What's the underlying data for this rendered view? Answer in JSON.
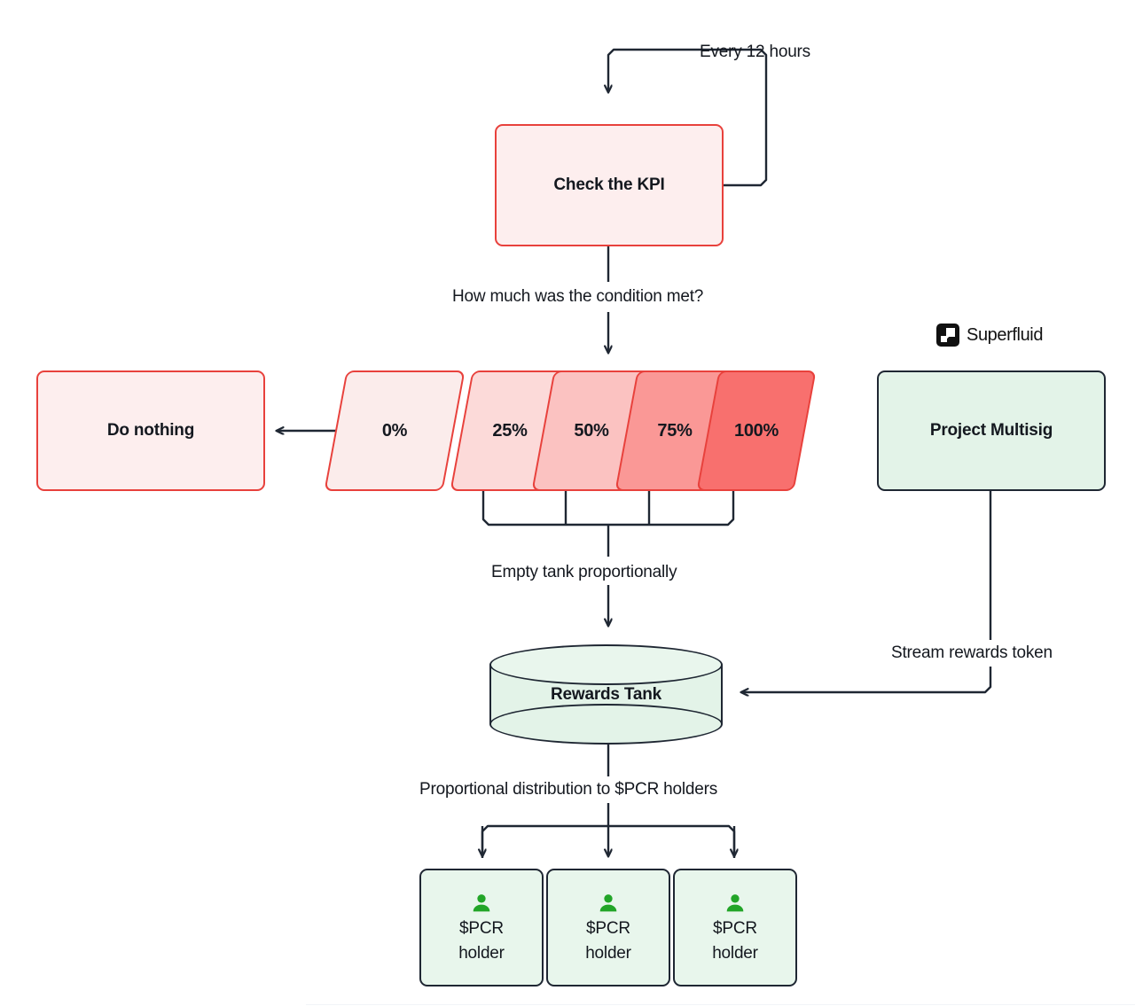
{
  "diagram": {
    "title": "PCR rewards distribution flow",
    "colors": {
      "red_border": "#e8413c",
      "red_fill": "#fdeeee",
      "dark_border": "#1f2733",
      "green_fill": "#e3f3e8",
      "person_green": "#22a528",
      "text": "#14181f"
    },
    "nodes": {
      "check_kpi": {
        "label": "Check the KPI"
      },
      "do_nothing": {
        "label": "Do nothing"
      },
      "project_multisig": {
        "label": "Project Multisig"
      },
      "rewards_tank": {
        "label": "Rewards Tank"
      }
    },
    "condition_steps": [
      {
        "label": "0%",
        "fill": "#fbeceb",
        "detached": true
      },
      {
        "label": "25%",
        "fill": "#fcdad9",
        "detached": false
      },
      {
        "label": "50%",
        "fill": "#fbc2c1",
        "detached": false
      },
      {
        "label": "75%",
        "fill": "#fa9896",
        "detached": false
      },
      {
        "label": "100%",
        "fill": "#f8706e",
        "detached": false
      }
    ],
    "edge_labels": {
      "every_12_hours": "Every 12 hours",
      "how_much_condition": "How much was the condition met?",
      "empty_tank": "Empty tank proportionally",
      "stream_rewards": "Stream rewards token",
      "proportional_distribution": "Proportional distribution to $PCR holders"
    },
    "holders": [
      {
        "line1": "$PCR",
        "line2": "holder",
        "icon": "person-icon"
      },
      {
        "line1": "$PCR",
        "line2": "holder",
        "icon": "person-icon"
      },
      {
        "line1": "$PCR",
        "line2": "holder",
        "icon": "person-icon"
      }
    ],
    "brand": {
      "name": "Superfluid",
      "mark": "superfluid-logo-icon"
    }
  }
}
